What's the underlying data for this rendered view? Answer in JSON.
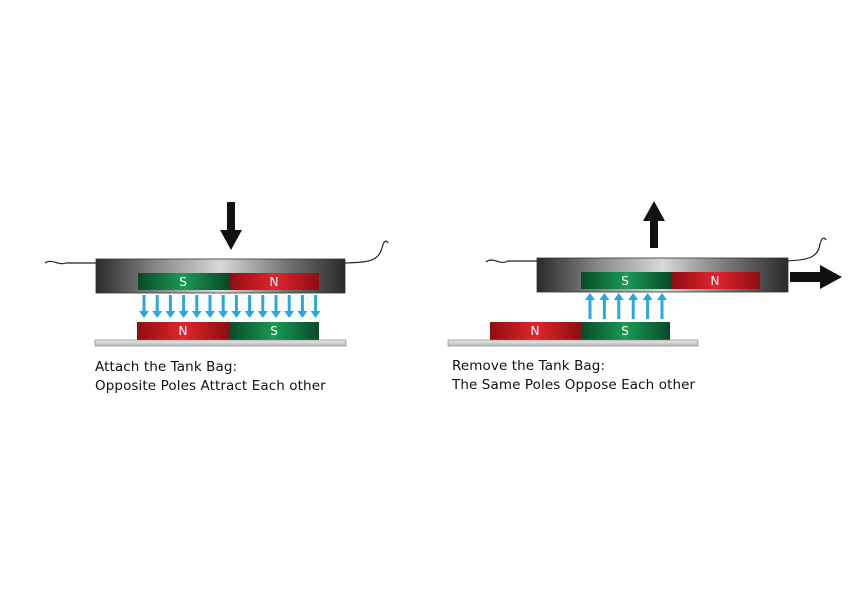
{
  "left_panel": {
    "upper_magnet": {
      "left_label": "S",
      "right_label": "N"
    },
    "lower_magnet": {
      "left_label": "N",
      "right_label": "S"
    },
    "caption_line1": "Attach the Tank Bag:",
    "caption_line2": "Opposite Poles Attract Each other"
  },
  "right_panel": {
    "upper_magnet": {
      "left_label": "S",
      "right_label": "N"
    },
    "lower_magnet": {
      "left_label": "N",
      "right_label": "S"
    },
    "caption_line1": "Remove the Tank Bag:",
    "caption_line2": "The Same Poles Oppose Each other"
  },
  "colors": {
    "magnet_red": "#c8161d",
    "magnet_green": "#0c7a40",
    "field_arrow": "#29a8df",
    "housing_dark": "#3a3a3a",
    "motion_arrow": "#111111"
  },
  "icons": {
    "push_down": "arrow-down-icon",
    "lift_up": "arrow-up-icon",
    "slide_right": "arrow-right-icon",
    "field": "arrow-down-icon / arrow-up-icon"
  }
}
